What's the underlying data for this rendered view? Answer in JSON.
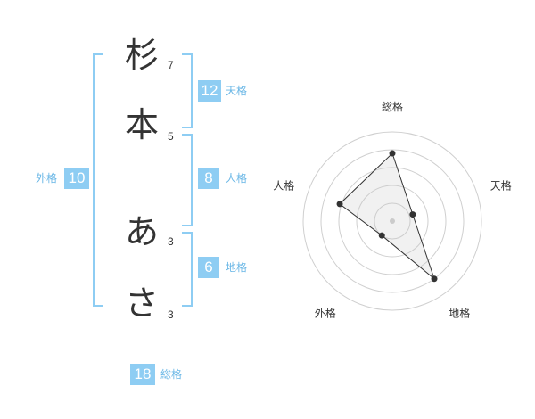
{
  "name": {
    "chars": [
      {
        "char": "杉",
        "strokes": "7"
      },
      {
        "char": "本",
        "strokes": "5"
      },
      {
        "char": "あ",
        "strokes": "3"
      },
      {
        "char": "さ",
        "strokes": "3"
      }
    ]
  },
  "fortune": {
    "tenkaku": {
      "value": "12",
      "label": "天格"
    },
    "jinkaku": {
      "value": "8",
      "label": "人格"
    },
    "chikaku": {
      "value": "6",
      "label": "地格"
    },
    "gaikaku": {
      "value": "10",
      "label": "外格"
    },
    "soukaku": {
      "value": "18",
      "label": "総格"
    }
  },
  "colors": {
    "accent": "#8ecdf3",
    "label": "#6ab7e6",
    "text": "#333333"
  },
  "chart_data": {
    "type": "radar",
    "categories": [
      "総格",
      "天格",
      "地格",
      "外格",
      "人格"
    ],
    "values": [
      3.8,
      1.2,
      4.0,
      1.0,
      3.1
    ],
    "rlim": [
      0,
      5
    ],
    "rings": 5,
    "title": "",
    "legend": "none"
  }
}
